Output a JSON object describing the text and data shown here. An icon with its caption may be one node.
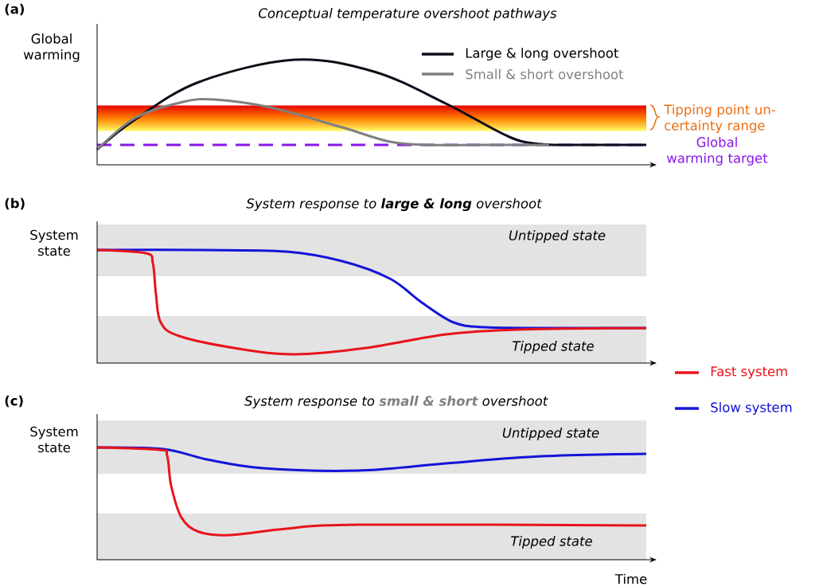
{
  "diagram": {
    "labels": [
      "(a)",
      "Conceptual temperature overshoot pathways",
      "Global warming",
      "Tipping point un-certainty range",
      "Global warming target",
      "(b)",
      "System response to **large & long** overshoot",
      "System state",
      "Untipped state",
      "Tipped state",
      "(c)",
      "System response to **small & short** overshoot",
      "System state",
      "Untipped state",
      "Tipped state",
      "Time"
    ],
    "legend": [
      {
        "text": "Large & long overshoot",
        "color": "#0d0d1a"
      },
      {
        "text": "Small & short overshoot",
        "color": "#808080"
      },
      {
        "text": "Fast system",
        "color": "#e8141b"
      },
      {
        "text": "Slow system",
        "color": "#1414d9"
      }
    ]
  }
}
